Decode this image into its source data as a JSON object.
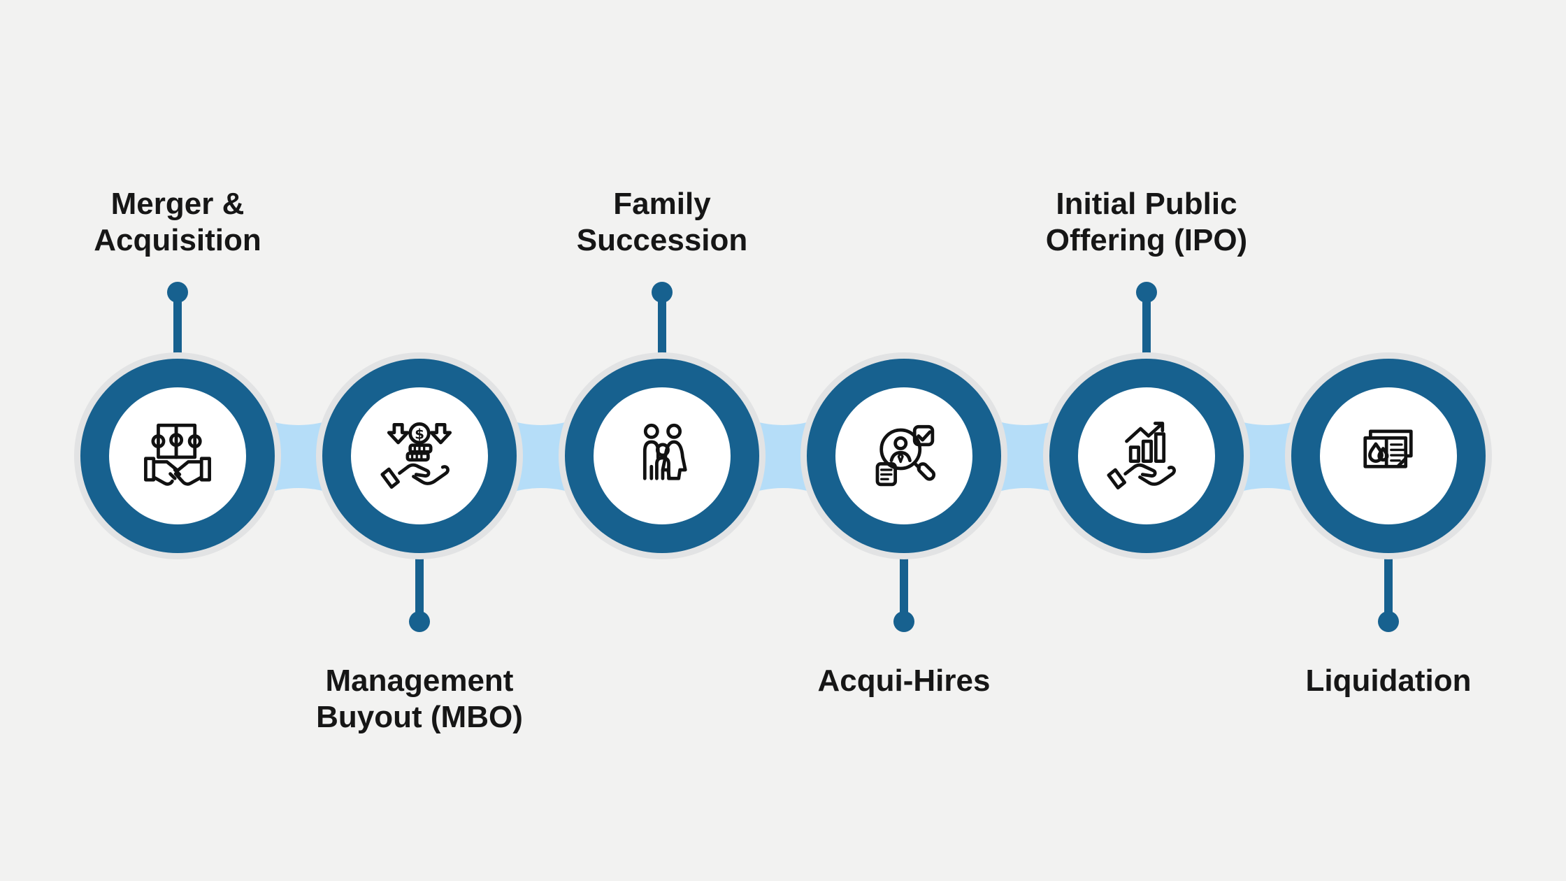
{
  "figure": {
    "type": "process-timeline-infographic",
    "orientation": "horizontal",
    "step_count": 6
  },
  "colors": {
    "bg": "#f2f2f1",
    "band": "#b5ddf8",
    "accent": "#17618f",
    "halo": "#e2e3e4",
    "text": "#161616"
  },
  "items": [
    {
      "label": "Merger &\nAcquisition",
      "label_position": "top",
      "icon": "handshake-puzzle-icon"
    },
    {
      "label": "Management\nBuyout (MBO)",
      "label_position": "bottom",
      "icon": "cash-in-hand-icon"
    },
    {
      "label": "Family\nSuccession",
      "label_position": "top",
      "icon": "family-icon"
    },
    {
      "label": "Acqui-Hires",
      "label_position": "bottom",
      "icon": "talent-search-icon"
    },
    {
      "label": "Initial Public\nOffering (IPO)",
      "label_position": "top",
      "icon": "growth-chart-hand-icon"
    },
    {
      "label": "Liquidation",
      "label_position": "bottom",
      "icon": "liquidation-documents-icon"
    }
  ]
}
